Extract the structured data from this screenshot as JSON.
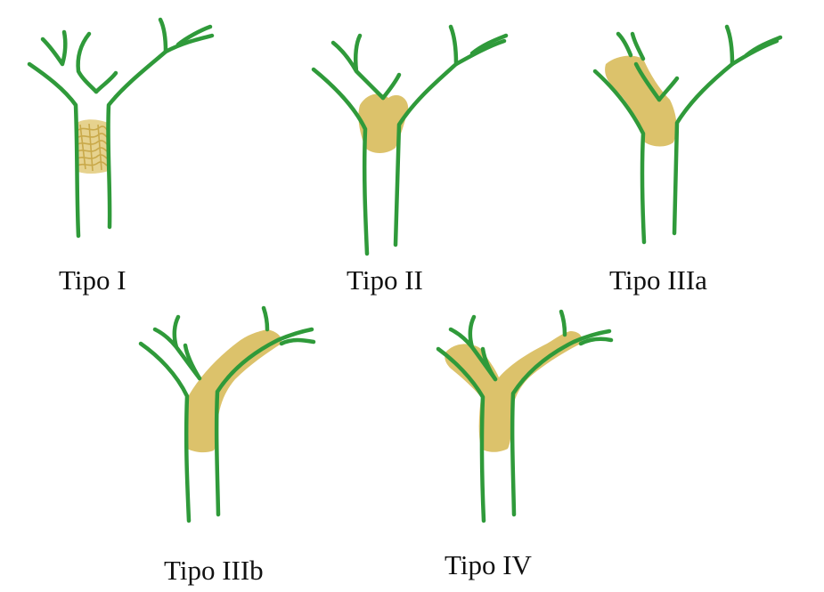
{
  "colors": {
    "duct": "#2f9a3a",
    "cyst": "#dcc26b",
    "cyst_hatch": "#c9a94a",
    "text": "#111111"
  },
  "panels": [
    {
      "id": "tipo-i",
      "label": "Tipo I"
    },
    {
      "id": "tipo-ii",
      "label": "Tipo II"
    },
    {
      "id": "tipo-iiia",
      "label": "Tipo IIIa"
    },
    {
      "id": "tipo-iiib",
      "label": "Tipo IIIb"
    },
    {
      "id": "tipo-iv",
      "label": "Tipo IV"
    }
  ]
}
